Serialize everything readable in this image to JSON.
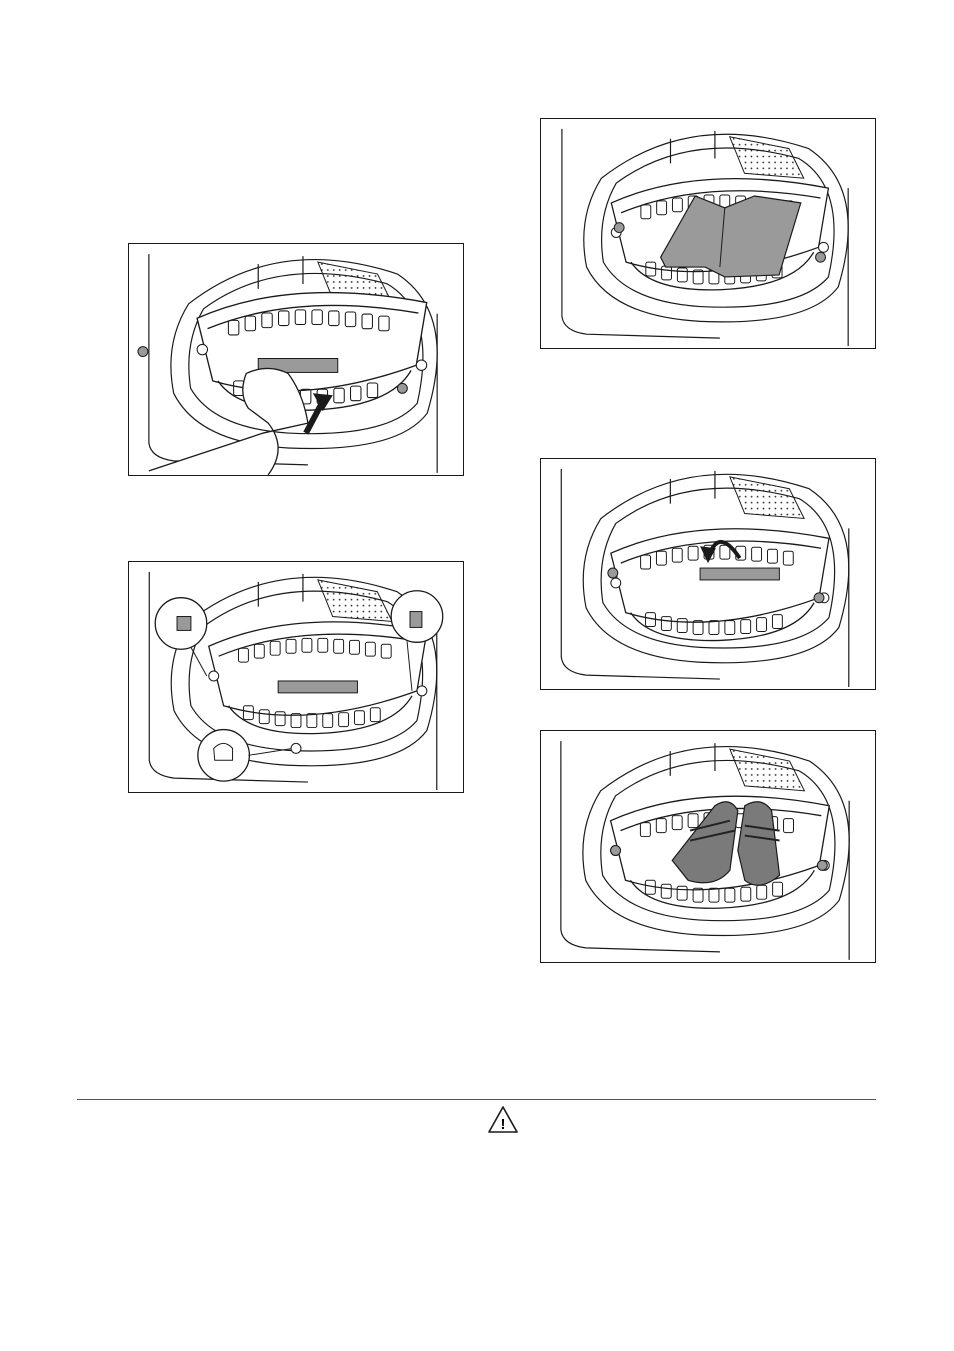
{
  "figures": [
    {
      "id": "fig-1",
      "content": "hand-pushing-rack-icon"
    },
    {
      "id": "fig-2",
      "content": "rack-mount-detail-icon"
    },
    {
      "id": "fig-3",
      "content": "sweater-on-rack-icon"
    },
    {
      "id": "fig-4",
      "content": "rack-rotate-arrow-icon"
    },
    {
      "id": "fig-5",
      "content": "shoes-on-rack-icon"
    }
  ],
  "warning": {
    "icon": "warning-triangle-icon",
    "symbol": "!"
  },
  "colors": {
    "line": "#1a1a1a",
    "gray_fill": "#9a9a9a",
    "dark_fill": "#6e6e6e"
  }
}
